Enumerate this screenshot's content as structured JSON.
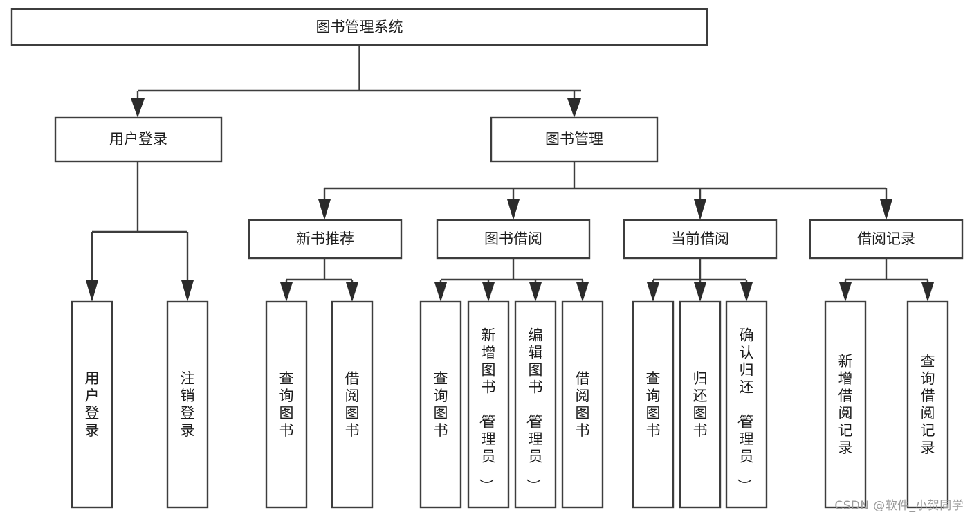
{
  "diagram": {
    "type": "tree",
    "title": "图书管理系统",
    "watermark": "CSDN @软件_小贺同学",
    "colors": {
      "box_stroke": "#3d3d3d",
      "box_fill": "#ffffff",
      "connector": "#3d3d3d",
      "text": "#1c1c1c",
      "watermark": "#9a9a9a",
      "background": "#ffffff"
    },
    "levels": {
      "root": "图书管理系统",
      "level1": [
        "用户登录",
        "图书管理"
      ],
      "level2": [
        "新书推荐",
        "图书借阅",
        "当前借阅",
        "借阅记录"
      ]
    },
    "nodes": {
      "root": {
        "label": "图书管理系统",
        "orientation": "horizontal"
      },
      "user_login": {
        "label": "用户登录",
        "orientation": "horizontal"
      },
      "book_manage": {
        "label": "图书管理",
        "orientation": "horizontal"
      },
      "new_book_rec": {
        "label": "新书推荐",
        "orientation": "horizontal"
      },
      "book_borrow": {
        "label": "图书借阅",
        "orientation": "horizontal"
      },
      "current_borrow": {
        "label": "当前借阅",
        "orientation": "horizontal"
      },
      "borrow_record": {
        "label": "借阅记录",
        "orientation": "horizontal"
      }
    },
    "leaves": {
      "user_login": [
        {
          "id": "leaf-user-login",
          "lines": [
            "用",
            "户",
            "登",
            "录"
          ]
        },
        {
          "id": "leaf-user-logout",
          "lines": [
            "注",
            "销",
            "登",
            "录"
          ]
        }
      ],
      "new_book_rec": [
        {
          "id": "leaf-query-book-1",
          "lines": [
            "查",
            "询",
            "图",
            "书"
          ]
        },
        {
          "id": "leaf-borrow-book-1",
          "lines": [
            "借",
            "阅",
            "图",
            "书"
          ]
        }
      ],
      "book_borrow": [
        {
          "id": "leaf-query-book-2",
          "lines": [
            "查",
            "询",
            "图",
            "书"
          ]
        },
        {
          "id": "leaf-add-book-admin",
          "lines": [
            "新",
            "增",
            "图",
            "书",
            "（",
            "管",
            "理",
            "员",
            "）"
          ]
        },
        {
          "id": "leaf-edit-book-admin",
          "lines": [
            "编",
            "辑",
            "图",
            "书",
            "（",
            "管",
            "理",
            "员",
            "）"
          ]
        },
        {
          "id": "leaf-borrow-book-2",
          "lines": [
            "借",
            "阅",
            "图",
            "书"
          ]
        }
      ],
      "current_borrow": [
        {
          "id": "leaf-query-book-3",
          "lines": [
            "查",
            "询",
            "图",
            "书"
          ]
        },
        {
          "id": "leaf-return-book",
          "lines": [
            "归",
            "还",
            "图",
            "书"
          ]
        },
        {
          "id": "leaf-confirm-return-admin",
          "lines": [
            "确",
            "认",
            "归",
            "还",
            "（",
            "管",
            "理",
            "员",
            "）"
          ]
        }
      ],
      "borrow_record": [
        {
          "id": "leaf-add-borrow-record",
          "lines": [
            "新",
            "增",
            "借",
            "阅",
            "记",
            "录"
          ]
        },
        {
          "id": "leaf-query-borrow-record",
          "lines": [
            "查",
            "询",
            "借",
            "阅",
            "记",
            "录"
          ]
        }
      ]
    },
    "leaf_labels_flat": [
      "用户登录",
      "注销登录",
      "查询图书",
      "借阅图书",
      "查询图书",
      "新增图书（管理员）",
      "编辑图书（管理员）",
      "借阅图书",
      "查询图书",
      "归还图书",
      "确认归还（管理员）",
      "新增借阅记录",
      "查询借阅记录"
    ]
  }
}
